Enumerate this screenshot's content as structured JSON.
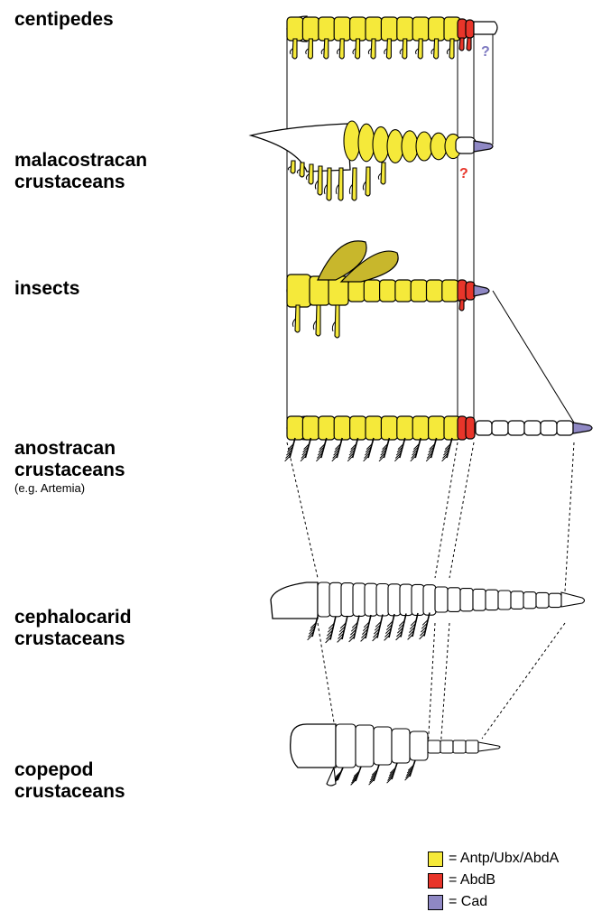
{
  "taxa": [
    {
      "name": "centipedes",
      "sub": ""
    },
    {
      "name": "malacostracan\ncrustaceans",
      "sub": ""
    },
    {
      "name": "insects",
      "sub": ""
    },
    {
      "name": "anostracan\ncrustaceans",
      "sub": "(e.g. Artemia)"
    },
    {
      "name": "cephalocarid\ncrustaceans",
      "sub": ""
    },
    {
      "name": "copepod\ncrustaceans",
      "sub": ""
    }
  ],
  "question_mark": "?",
  "legend": [
    {
      "text": "= Antp/Ubx/AbdA",
      "color": "#f5e93a"
    },
    {
      "text": "= AbdB",
      "color": "#e8352a"
    },
    {
      "text": "= Cad",
      "color": "#8f88c4"
    }
  ],
  "colors": {
    "antp": "#f5e93a",
    "abdb": "#e8352a",
    "cad": "#8f88c4",
    "wing": "#c8b72c",
    "q_blue": "#7d79c0",
    "q_red": "#e8352a"
  }
}
